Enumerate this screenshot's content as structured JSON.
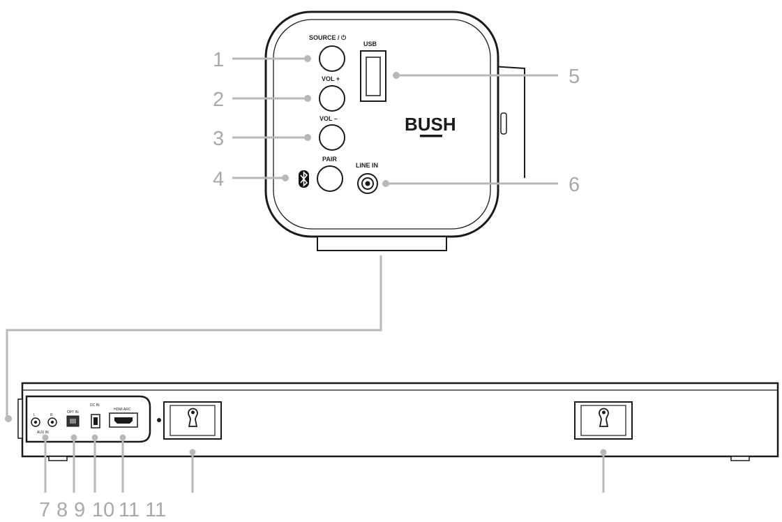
{
  "diagram": {
    "brand": "BUSH",
    "panel_labels": {
      "source": "SOURCE / ⏻",
      "vol_up": "VOL +",
      "vol_down": "VOL –",
      "pair": "PAIR",
      "usb": "USB",
      "line_in": "LINE IN"
    },
    "back_labels": {
      "aux_in": "AUX IN",
      "aux_l": "L",
      "aux_r": "R",
      "opt_in": "OPT IN",
      "dc_in": "DC IN",
      "hdmi_arc": "HDMI ARC"
    },
    "callouts": [
      "1",
      "2",
      "3",
      "4",
      "5",
      "6",
      "7",
      "8",
      "9",
      "10",
      "11",
      "11"
    ],
    "icons": {
      "bluetooth": "bluetooth-icon",
      "keyhole": "keyhole-mount-icon"
    },
    "colors": {
      "callout": "#a9a9a9",
      "outline": "#1a1a1a"
    }
  }
}
